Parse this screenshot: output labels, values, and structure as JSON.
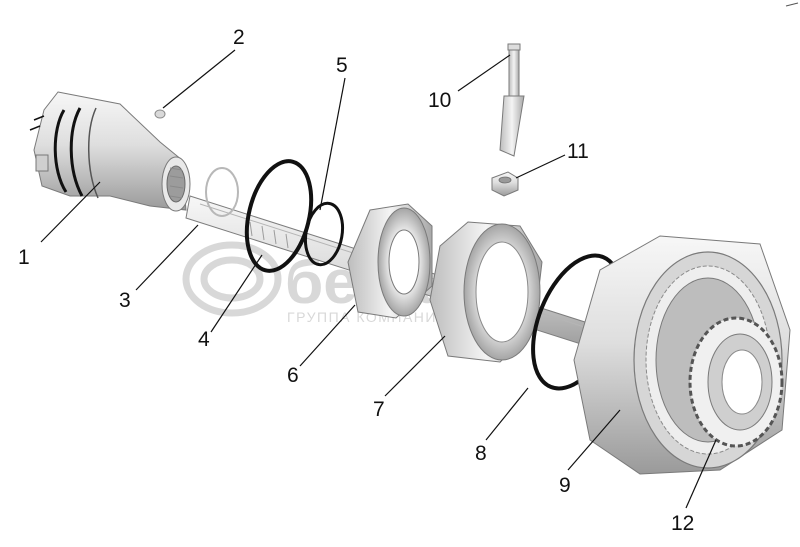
{
  "watermark": {
    "brand": "белагро",
    "tagline": "ГРУППА КОМПАНИЙ"
  },
  "callouts": [
    {
      "id": "1",
      "label": "1"
    },
    {
      "id": "2",
      "label": "2"
    },
    {
      "id": "3",
      "label": "3"
    },
    {
      "id": "4",
      "label": "4"
    },
    {
      "id": "5",
      "label": "5"
    },
    {
      "id": "6",
      "label": "6"
    },
    {
      "id": "7",
      "label": "7"
    },
    {
      "id": "8",
      "label": "8"
    },
    {
      "id": "9",
      "label": "9"
    },
    {
      "id": "10",
      "label": "10"
    },
    {
      "id": "11",
      "label": "11"
    },
    {
      "id": "12",
      "label": "12"
    }
  ],
  "colors": {
    "metal_light": "#f2f2f2",
    "metal_mid": "#cfcfcf",
    "metal_dark": "#8f8f8f",
    "ring": "#111111",
    "watermark": "#d4d4d4"
  }
}
